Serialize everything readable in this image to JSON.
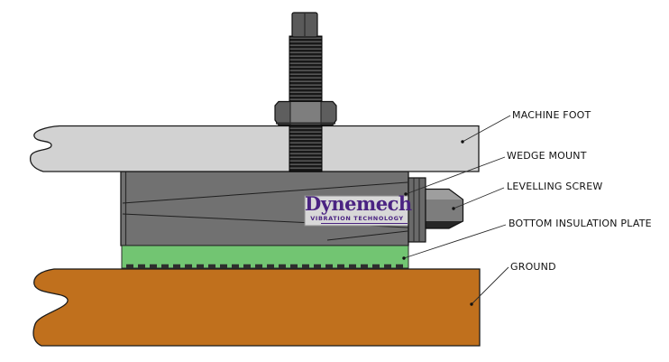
{
  "diagram": {
    "subject": "wedge-mount-installation-cross-section",
    "logo": {
      "brand": "Dynemech",
      "tagline": "VIBRATION TECHNOLOGY"
    },
    "labels": [
      {
        "id": "machine-foot",
        "text": "MACHINE FOOT"
      },
      {
        "id": "wedge-mount",
        "text": "WEDGE MOUNT"
      },
      {
        "id": "levelling-screw",
        "text": "LEVELLING SCREW"
      },
      {
        "id": "bottom-insulation-plate",
        "text": "BOTTOM INSULATION PLATE"
      },
      {
        "id": "ground",
        "text": "GROUND"
      }
    ],
    "colors": {
      "machine-foot": "#d2d2d2",
      "mount-body": "#717171",
      "mount-flange": "#6a6a6a",
      "insulation-plate": "#72c572",
      "ground": "#c0701d",
      "screw-top": "#9e9e9e",
      "screw-mid": "#7d7d7d",
      "screw-bottom": "#262626",
      "nut-face": "#5e5e5e",
      "nut-mid": "#7e7e7e",
      "bolt-head": "#5a5a5a",
      "logo-purple": "#4a2382",
      "logo-bg": "#d8d8d8",
      "outline": "#1a1a1a"
    }
  }
}
